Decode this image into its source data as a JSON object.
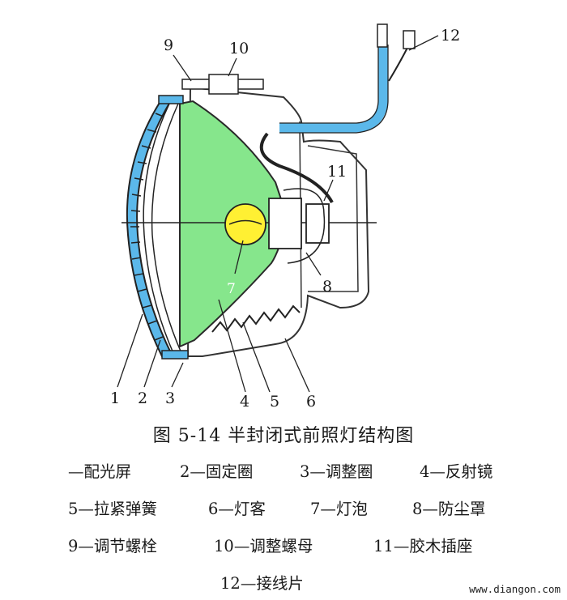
{
  "figure": {
    "labels": {
      "n1": "1",
      "n2": "2",
      "n3": "3",
      "n4": "4",
      "n5": "5",
      "n6": "6",
      "n7": "7",
      "n8": "8",
      "n9": "9",
      "n10": "10",
      "n11": "11",
      "n12": "12"
    },
    "caption": "图 5-14   半封闭式前照灯结构图",
    "legend": {
      "l1": "—配光屏",
      "l2": "2—固定圈",
      "l3": "3—调整圈",
      "l4": "4—反射镜",
      "l5": "5—拉紧弹簧",
      "l6": "6—灯客",
      "l7": "7—灯泡",
      "l8": "8—防尘罩",
      "l9": "9—调节螺栓",
      "l10": "10—调整螺母",
      "l11": "11—胶木插座",
      "l12": "12—接线片"
    },
    "watermark": "www.diangon.com",
    "colors": {
      "reflector": "#86e68c",
      "bulb": "#fff033",
      "wire": "#5bb8ea",
      "lens": "#5bb8ea"
    }
  }
}
